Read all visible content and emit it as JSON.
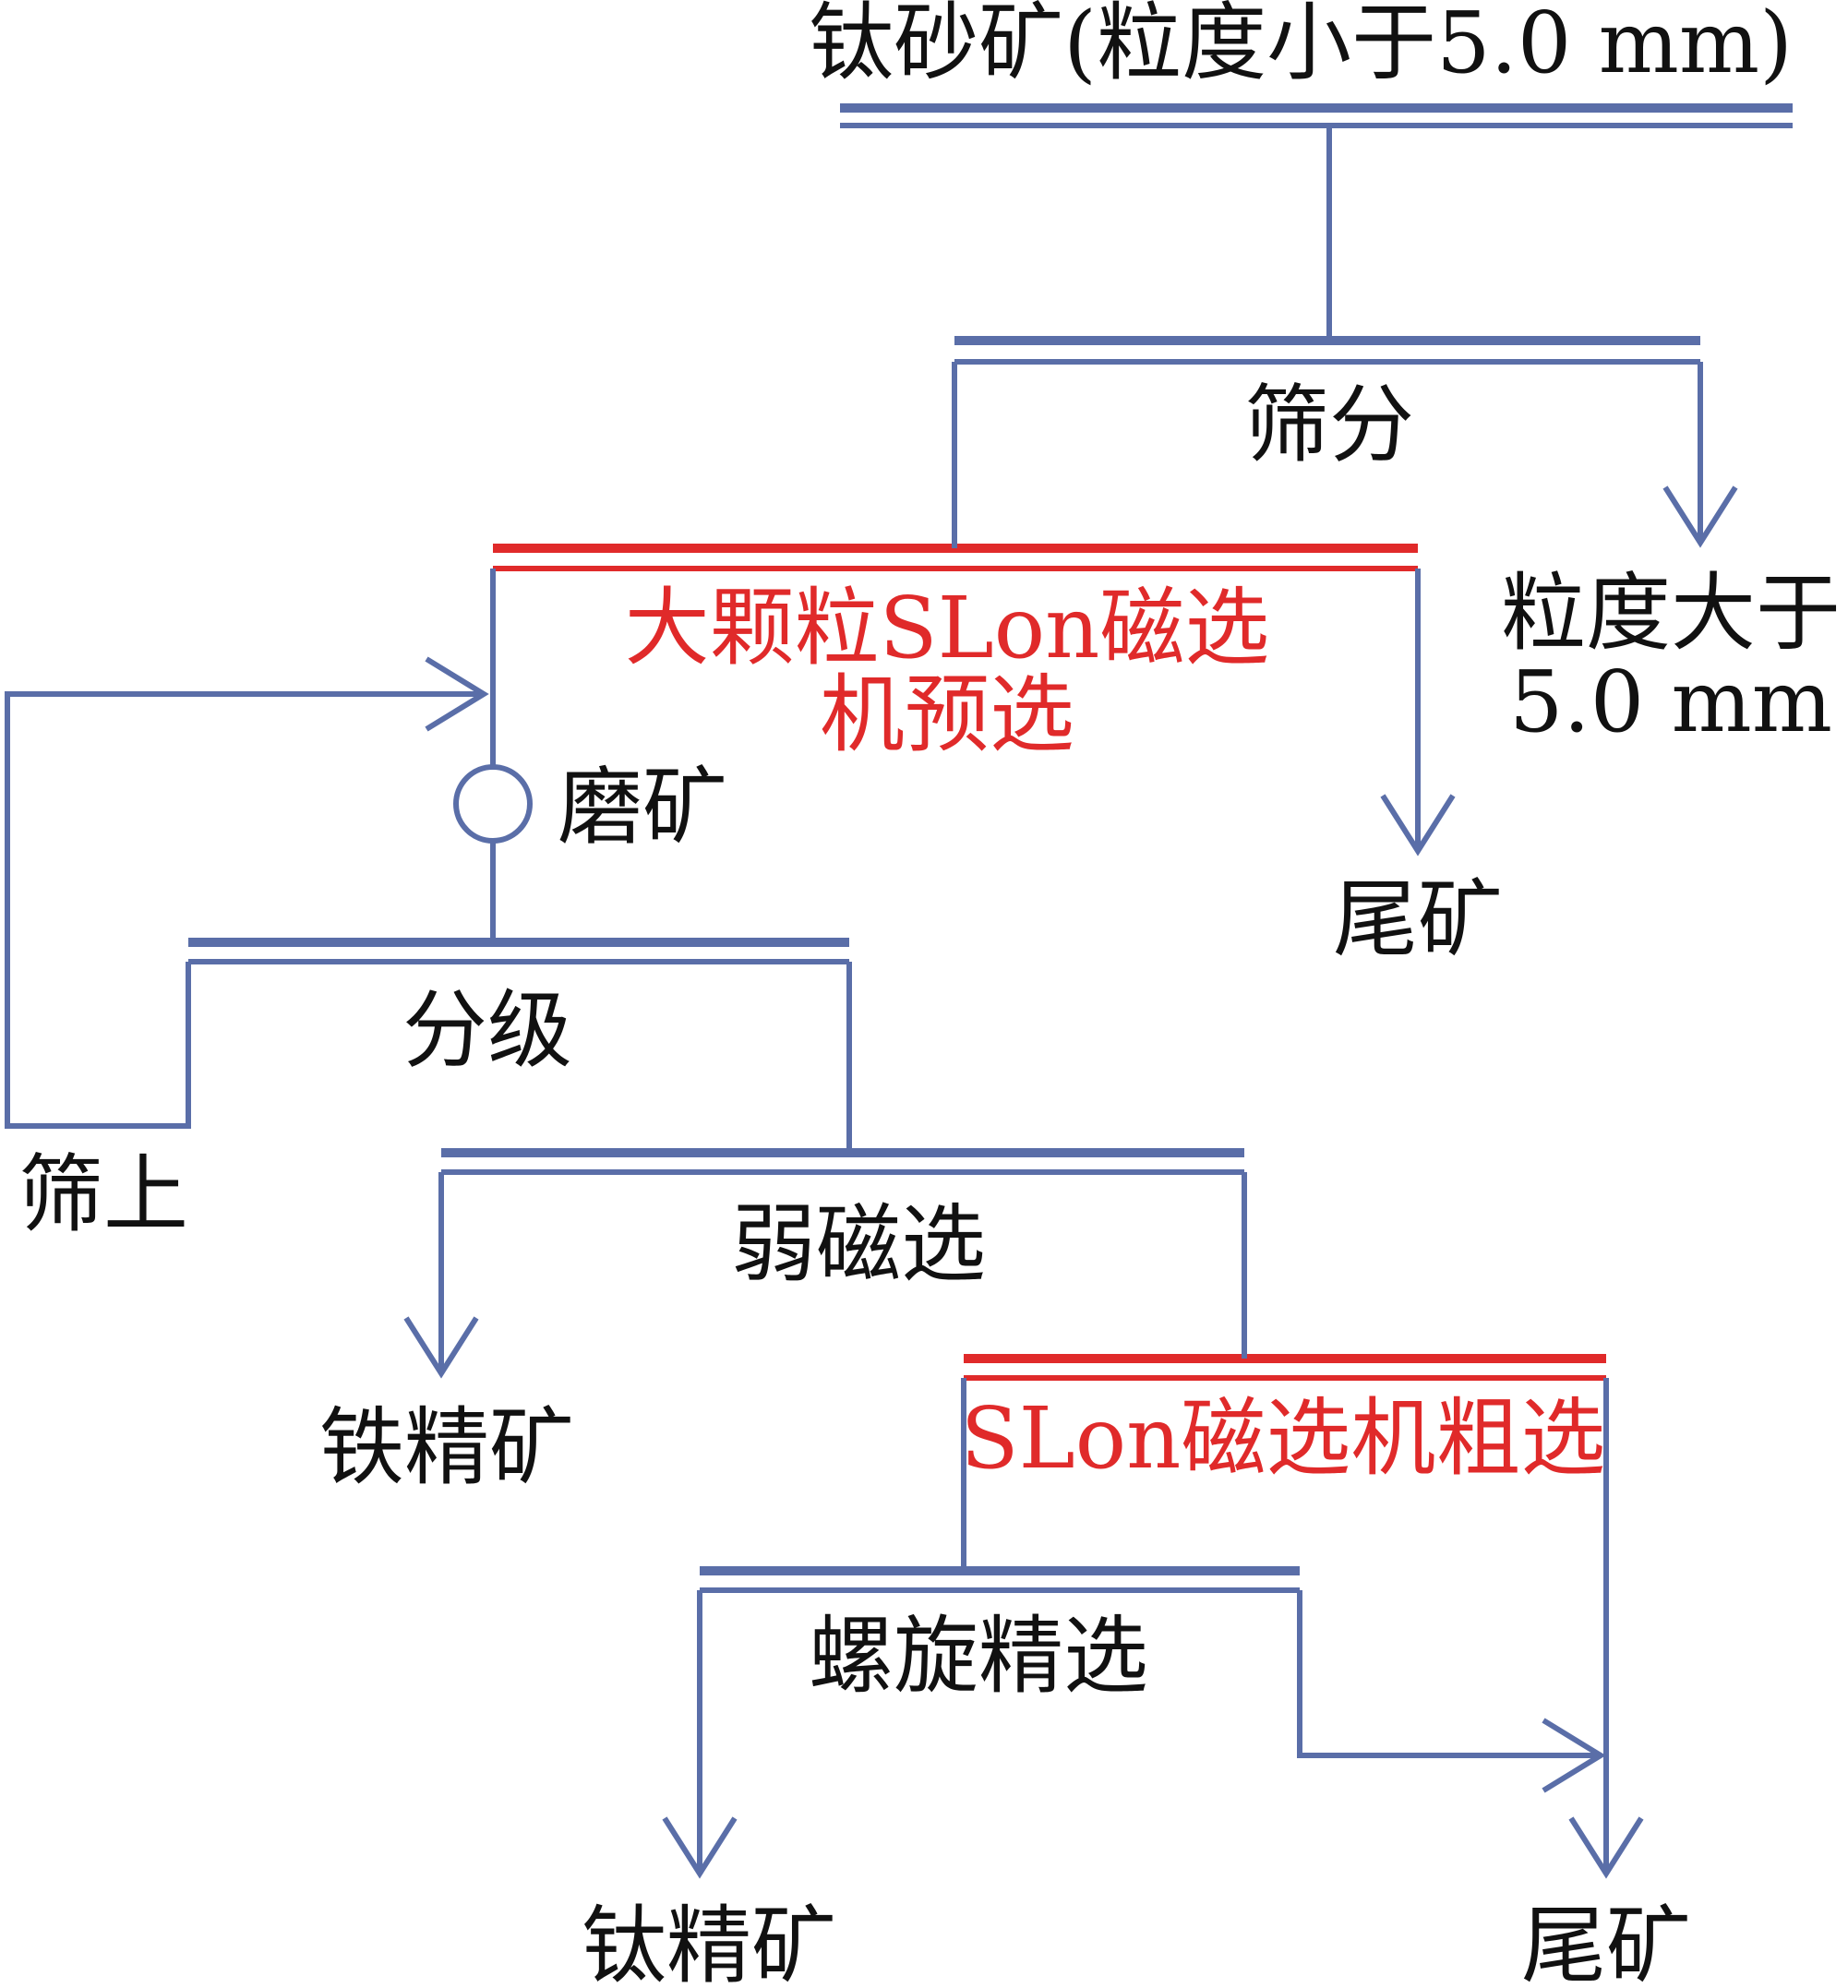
{
  "colors": {
    "line": "#5a6ea8",
    "highlight": "#e02a2a",
    "text": "#111111"
  },
  "feed": "钛砂矿(粒度小于5.0 mm)",
  "screening": {
    "label": "筛分",
    "oversize_line1": "粒度大于",
    "oversize_line2": "5.0 mm"
  },
  "pre_separation": {
    "label_line1": "大颗粒SLon磁选",
    "label_line2": "机预选",
    "tailings": "尾矿"
  },
  "grinding": {
    "label": "磨矿"
  },
  "classification": {
    "label": "分级",
    "oversize": "筛上"
  },
  "weak_magnetic": {
    "label": "弱磁选",
    "concentrate": "铁精矿"
  },
  "rougher": {
    "label": "SLon磁选机粗选"
  },
  "spiral": {
    "label": "螺旋精选",
    "concentrate": "钛精矿",
    "tailings": "尾矿"
  }
}
